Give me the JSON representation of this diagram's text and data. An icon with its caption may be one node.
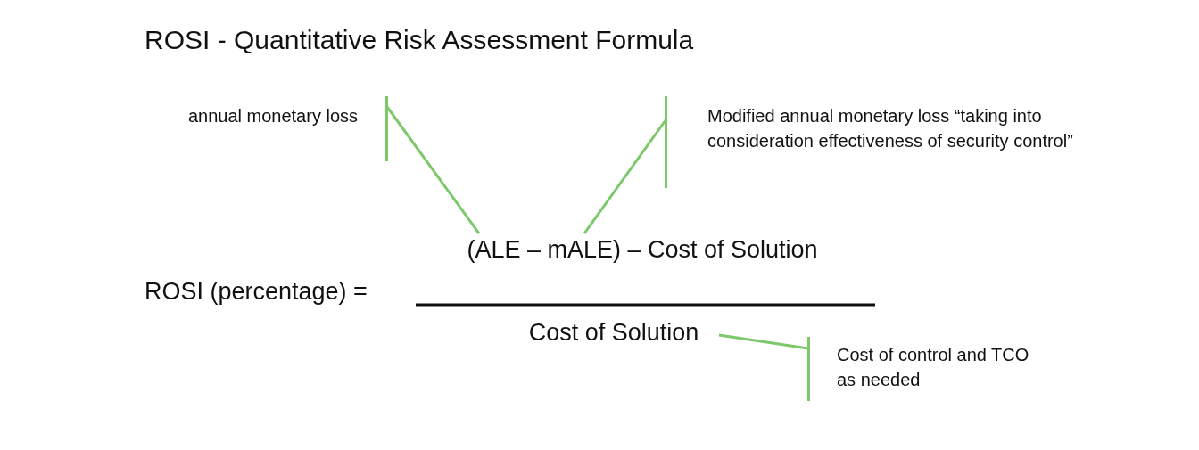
{
  "diagram": {
    "title": "ROSI - Quantitative Risk Assessment Formula",
    "nodes": [
      {
        "text": [
          "annual monetary loss"
        ]
      },
      {
        "text": [
          "Modified annual monetary loss “taking into consideration effectiveness of security control”"
        ]
      },
      {
        "text": [
          "(ALE – mALE) – Cost of Solution"
        ]
      },
      {
        "text": [
          "Cost of Solution"
        ]
      },
      {
        "text": [
          "Cost of control and TCO as needed"
        ]
      }
    ],
    "edges": [
      {
        "from": 0,
        "to": 2,
        "arrow": "none"
      },
      {
        "from": 1,
        "to": 2,
        "arrow": "none"
      },
      {
        "from": 4,
        "to": 3,
        "arrow": "none"
      }
    ],
    "labels": [
      "ROSI (percentage) ="
    ]
  }
}
